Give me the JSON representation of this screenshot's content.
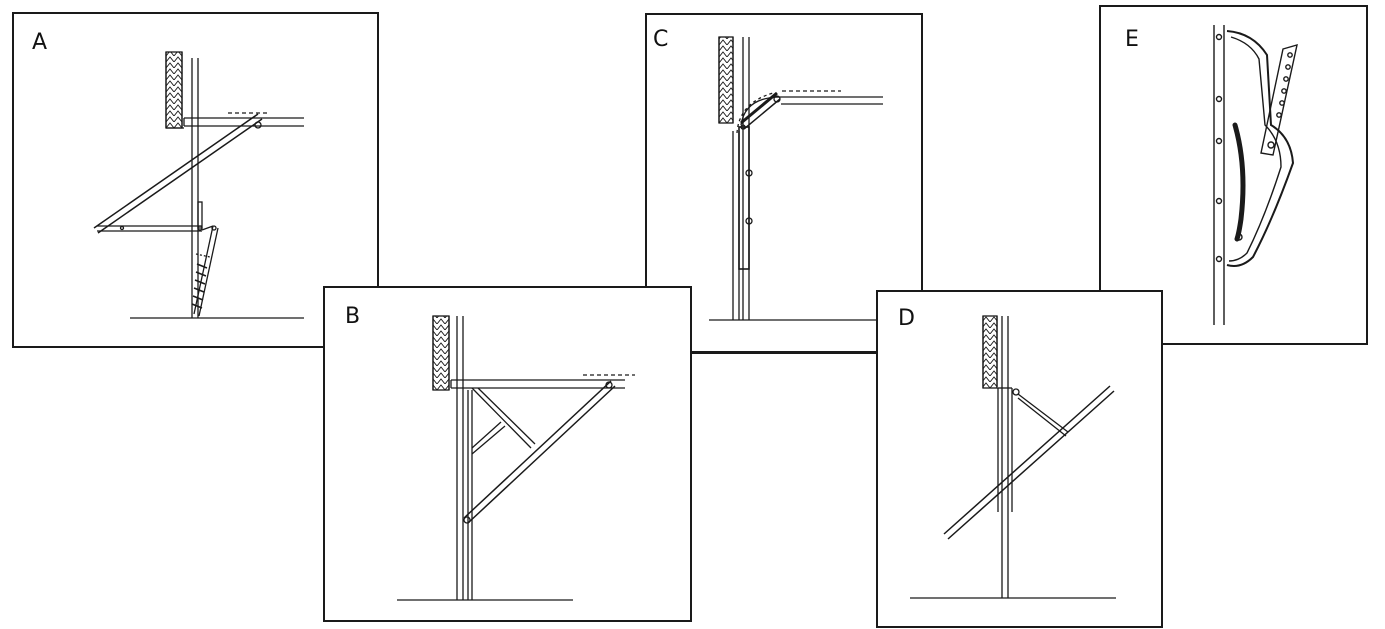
{
  "panels": {
    "a": {
      "label": "A"
    },
    "b": {
      "label": "B"
    },
    "c": {
      "label": "C"
    },
    "d": {
      "label": "D"
    },
    "e": {
      "label": "E"
    }
  },
  "colors": {
    "stroke": "#1a1a1a",
    "background": "#ffffff"
  }
}
